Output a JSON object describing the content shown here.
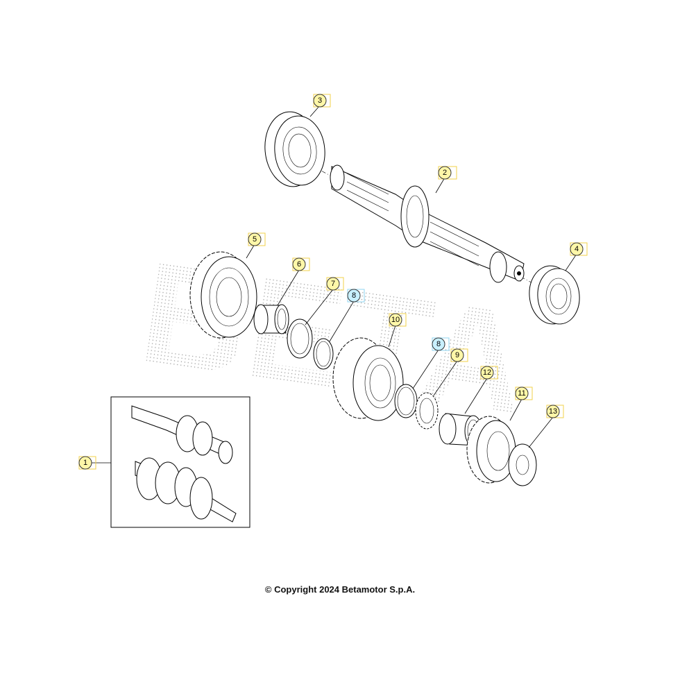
{
  "callouts": [
    {
      "id": "c1",
      "label": "1"
    },
    {
      "id": "c2",
      "label": "2"
    },
    {
      "id": "c3",
      "label": "3"
    },
    {
      "id": "c4",
      "label": "4"
    },
    {
      "id": "c5",
      "label": "5"
    },
    {
      "id": "c6",
      "label": "6"
    },
    {
      "id": "c7",
      "label": "7"
    },
    {
      "id": "c8a",
      "label": "8"
    },
    {
      "id": "c8b",
      "label": "8"
    },
    {
      "id": "c9",
      "label": "9"
    },
    {
      "id": "c10",
      "label": "10"
    },
    {
      "id": "c11",
      "label": "11"
    },
    {
      "id": "c12",
      "label": "12"
    },
    {
      "id": "c13",
      "label": "13"
    }
  ],
  "watermark_text": "BETA",
  "footer": {
    "copyright": "© Copyright 2024 Betamotor S.p.A."
  },
  "colors": {
    "callout_fill": "#fff7a8",
    "callout_highlight": "#c8f0ff",
    "watermark": "#9a9a9a"
  }
}
